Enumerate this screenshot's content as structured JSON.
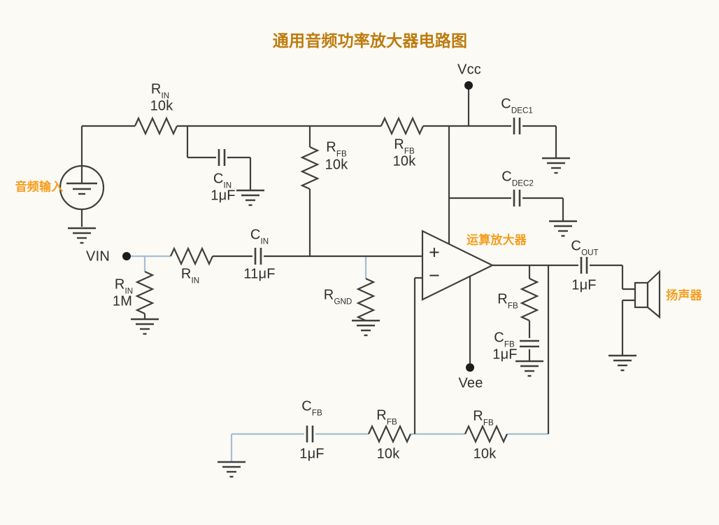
{
  "title": {
    "text": "通用音频功率放大器电路图"
  },
  "annotations": {
    "audio_input": "音频输入",
    "opamp": "运算放大器",
    "speaker": "扬声器"
  },
  "nets": {
    "vcc": "Vcc",
    "vee": "Vee",
    "vin": "VIN"
  },
  "opamp": {
    "plus": "+",
    "minus": "−"
  },
  "components": {
    "r_in_top": {
      "ref": "R",
      "sub": "IN",
      "value": "10k"
    },
    "c_in_top": {
      "ref": "C",
      "sub": "IN",
      "value": "1μF"
    },
    "r_fb_vert": {
      "ref": "R",
      "sub": "FB",
      "value": "10k"
    },
    "r_fb_top": {
      "ref": "R",
      "sub": "FB",
      "value": "10k"
    },
    "c_dec1": {
      "ref": "C",
      "sub": "DEC1"
    },
    "c_dec2": {
      "ref": "C",
      "sub": "DEC2"
    },
    "r_in_shunt": {
      "ref": "R",
      "sub": "IN",
      "value": "1M"
    },
    "r_in_series": {
      "ref": "R",
      "sub": "IN"
    },
    "c_in_series": {
      "ref": "C",
      "sub": "IN",
      "value": "11μF"
    },
    "r_gnd": {
      "ref": "R",
      "sub": "GND"
    },
    "r_fb_out": {
      "ref": "R",
      "sub": "FB"
    },
    "c_fb_out": {
      "ref": "C",
      "sub": "FB",
      "value": "1μF"
    },
    "c_out": {
      "ref": "C",
      "sub": "OUT",
      "value": "1μF"
    },
    "c_fb_bottom": {
      "ref": "C",
      "sub": "FB",
      "value": "1μF"
    },
    "r_fb_bottom1": {
      "ref": "R",
      "sub": "FB",
      "value": "10k"
    },
    "r_fb_bottom2": {
      "ref": "R",
      "sub": "FB",
      "value": "10k"
    }
  },
  "colors": {
    "title": "#bd7b0e",
    "annotation": "#f59e1d",
    "wire": "#3f3f3f",
    "wire_alt": "#a6bed2",
    "background": "#fbfaf5"
  }
}
